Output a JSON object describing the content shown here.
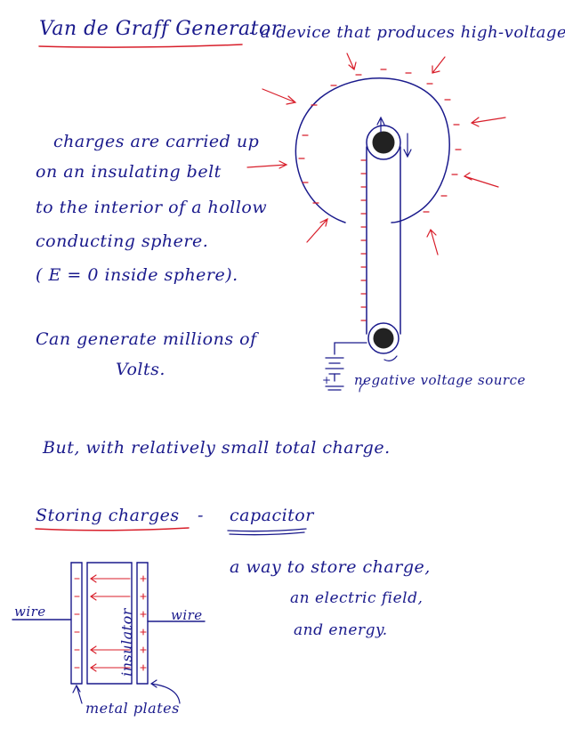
{
  "header": {
    "title": "Van de Graff Generator",
    "subtitle": "- a device that produces high-voltage."
  },
  "vdg": {
    "lines": [
      "charges are carried up",
      "on an insulating belt",
      "to the interior of a hollow",
      "conducting sphere.",
      "( E = 0 inside sphere)."
    ],
    "millions_line1": "Can generate millions of",
    "millions_line2": "Volts.",
    "source_label": "negative voltage source",
    "battery_plus": "+",
    "small_charge": "But, with relatively small total charge."
  },
  "capacitor": {
    "heading": "Storing charges",
    "dash": "-",
    "term": "capacitor",
    "desc_line1": "a way to store charge,",
    "desc_line2": "an electric field,",
    "desc_line3": "and energy.",
    "wire_left": "wire",
    "wire_right": "wire",
    "insulator": "insulator",
    "plates": "metal plates"
  },
  "colors": {
    "ink": "#1a1a8c",
    "red": "#d81e2a"
  }
}
